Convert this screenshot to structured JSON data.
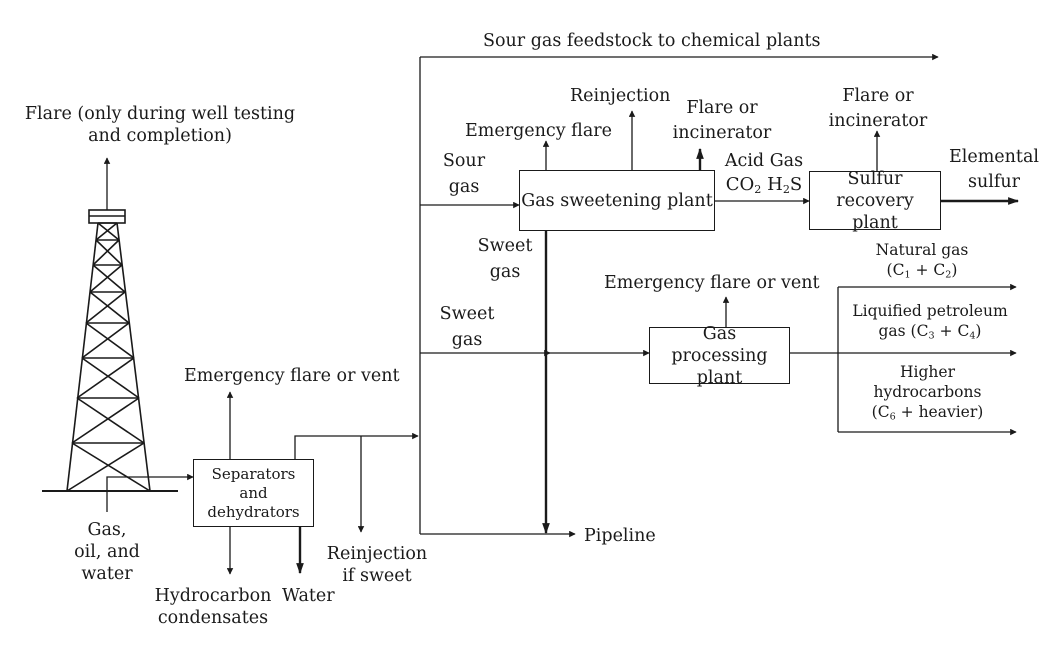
{
  "nodes": {
    "separators": "Separators and dehydrators",
    "gas_sweetening": "Gas sweetening plant",
    "sulfur_recovery": "Sulfur recovery plant",
    "gas_processing": "Gas processing plant"
  },
  "labels": {
    "flare_top_line1": "Flare (only during well testing",
    "flare_top_line2": "and completion)",
    "gas_oil_water_1": "Gas,",
    "gas_oil_water_2": "oil, and",
    "gas_oil_water_3": "water",
    "emergency_flare_vent_sep": "Emergency flare or vent",
    "hydrocarbon_cond_1": "Hydrocarbon",
    "hydrocarbon_cond_2": "condensates",
    "water": "Water",
    "reinjection_sweet_1": "Reinjection",
    "reinjection_sweet_2": "if sweet",
    "sour_gas_feedstock": "Sour gas feedstock to chemical plants",
    "sour_gas_1": "Sour",
    "sour_gas_2": "gas",
    "sweet_gas_a_1": "Sweet",
    "sweet_gas_a_2": "gas",
    "sweet_gas_b_1": "Sweet",
    "sweet_gas_b_2": "gas",
    "emergency_flare": "Emergency flare",
    "reinjection": "Reinjection",
    "flare_incin_1_1": "Flare or",
    "flare_incin_1_2": "incinerator",
    "acid_gas": "Acid Gas",
    "co2": "CO",
    "h2s": "H",
    "h2s_s": "S",
    "flare_incin_2_1": "Flare or",
    "flare_incin_2_2": "incinerator",
    "elemental_sulfur_1": "Elemental",
    "elemental_sulfur_2": "sulfur",
    "emergency_flare_vent_proc": "Emergency flare or vent",
    "natural_gas": "Natural gas",
    "lpg_1": "Liquified petroleum",
    "lpg_2": "gas",
    "higher_hc_1": "Higher",
    "higher_hc_2": "hydrocarbons",
    "heavier": "heavier",
    "pipeline": "Pipeline"
  },
  "formula": {
    "c": "C",
    "plus": " + ",
    "sub1": "1",
    "sub2": "2",
    "sub3": "3",
    "sub4": "4",
    "sub6": "6"
  },
  "colors": {
    "line": "#1a1a1a",
    "background": "#ffffff"
  }
}
